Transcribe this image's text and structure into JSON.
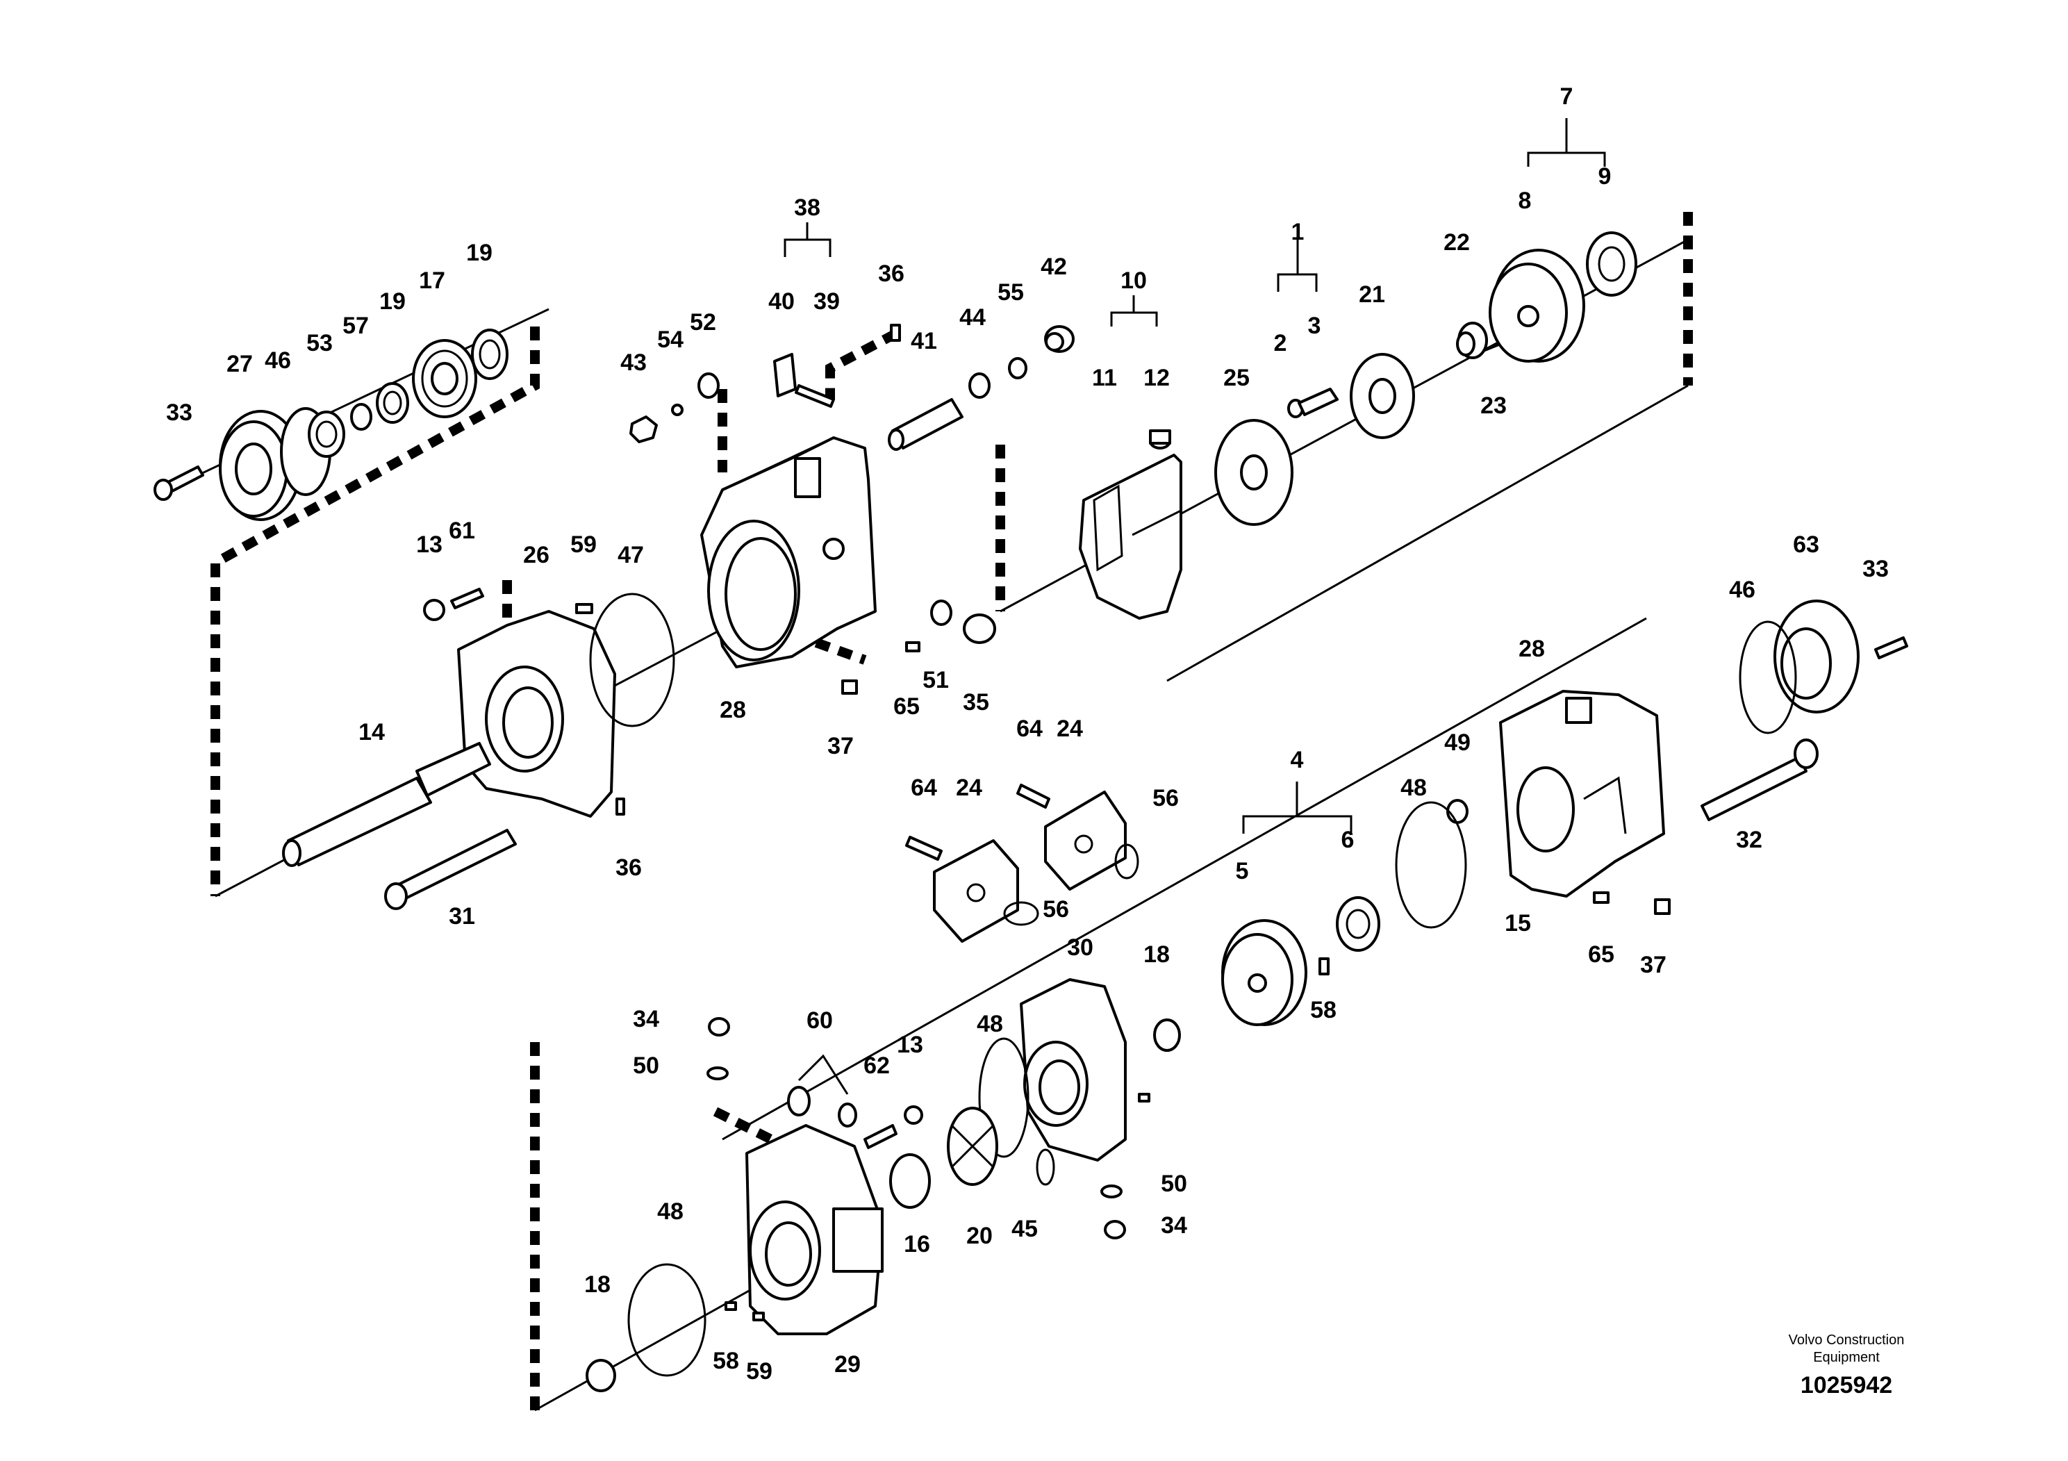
{
  "callouts": [
    "7",
    "8",
    "9",
    "38",
    "1",
    "22",
    "40",
    "39",
    "36",
    "10",
    "2",
    "3",
    "21",
    "33",
    "27",
    "46",
    "53",
    "57",
    "19",
    "17",
    "19",
    "43",
    "54",
    "52",
    "41",
    "44",
    "55",
    "42",
    "11",
    "12",
    "25",
    "23",
    "13",
    "61",
    "26",
    "59",
    "47",
    "28",
    "51",
    "35",
    "65",
    "37",
    "28",
    "63",
    "46",
    "33",
    "14",
    "36",
    "31",
    "64",
    "24",
    "64",
    "24",
    "56",
    "56",
    "4",
    "6",
    "49",
    "48",
    "5",
    "32",
    "15",
    "65",
    "37",
    "58",
    "18",
    "30",
    "34",
    "50",
    "60",
    "62",
    "13",
    "48",
    "16",
    "20",
    "45",
    "50",
    "34",
    "48",
    "18",
    "58",
    "59",
    "29"
  ],
  "footer": {
    "brand_line1": "Volvo Construction",
    "brand_line2": "Equipment",
    "code": "1025942"
  }
}
